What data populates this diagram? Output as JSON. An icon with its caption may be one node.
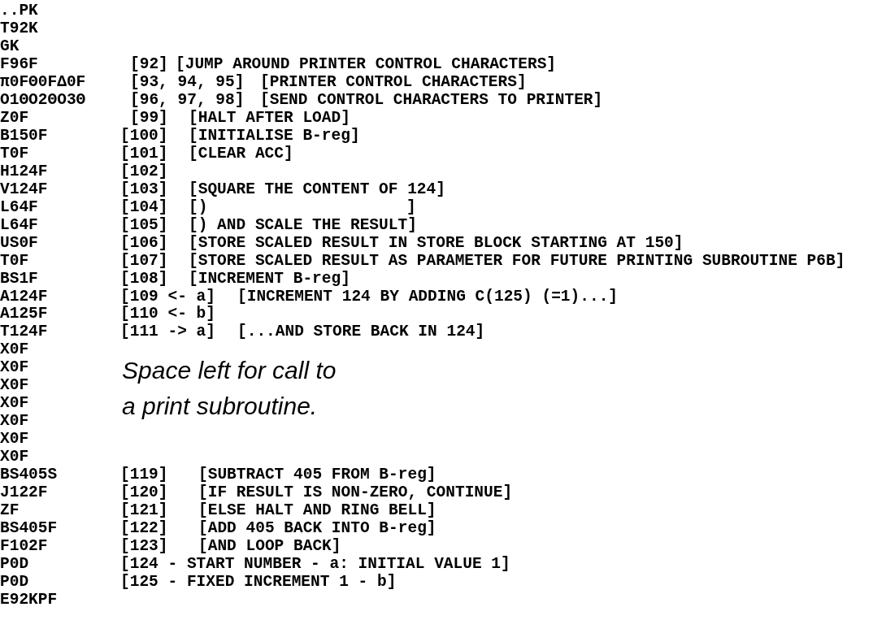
{
  "diagram": {
    "labels": [
      "..PK",
      "T92K",
      "GK",
      "F96F",
      "[92]",
      "[JUMP AROUND PRINTER CONTROL CHARACTERS]",
      "π0FΘ0FΔ0F",
      "[93, 94, 95]",
      "[PRINTER CONTROL CHARACTERS]",
      "O1ΘO2ΘO3Θ",
      "[96, 97, 98]",
      "[SEND CONTROL CHARACTERS TO PRINTER]",
      "Z0F",
      "[99]",
      "[HALT AFTER LOAD]",
      "B150F",
      "[100]",
      "[INITIALISE B-reg]",
      "T0F",
      "[101]",
      "[CLEAR ACC]",
      "H124F",
      "[102]",
      "V124F",
      "[103]",
      "[SQUARE THE CONTENT OF 124]",
      "L64F",
      "[104]",
      "[)",
      "]",
      "L64F",
      "[105]",
      "[) AND SCALE THE RESULT]",
      "US0F",
      "[106]",
      "[STORE SCALED RESULT IN STORE BLOCK STARTING AT 150]",
      "T0F",
      "[107]",
      "[STORE SCALED RESULT AS PARAMETER FOR FUTURE PRINTING SUBROUTINE P6B]",
      "BS1F",
      "[108]",
      "[INCREMENT B-reg]",
      "A124F",
      "[109 <- a]",
      "[INCREMENT 124 BY ADDING C(125) (=1)...]",
      "A125F",
      "[110 <- b]",
      "T124F",
      "[111 -> a]",
      "[...AND STORE BACK IN 124]",
      "X0F",
      "X0F",
      "X0F",
      "X0F",
      "X0F",
      "X0F",
      "X0F",
      "Space left for call to a print subroutine.",
      "BS405S",
      "[119]",
      "[SUBTRACT 405 FROM B-reg]",
      "J122F",
      "[120]",
      "[IF RESULT IS NON-ZERO, CONTINUE]",
      "ZF",
      "[121]",
      "[ELSE HALT AND RING BELL]",
      "BS405F",
      "[122]",
      "[ADD 405 BACK INTO B-reg]",
      "F102F",
      "[123]",
      "[AND LOOP BACK]",
      "P0D",
      "[124 - START NUMBER - a: INITIAL VALUE 1]",
      "P0D",
      "[125 - FIXED INCREMENT 1 - b]",
      "E92KPF"
    ]
  }
}
